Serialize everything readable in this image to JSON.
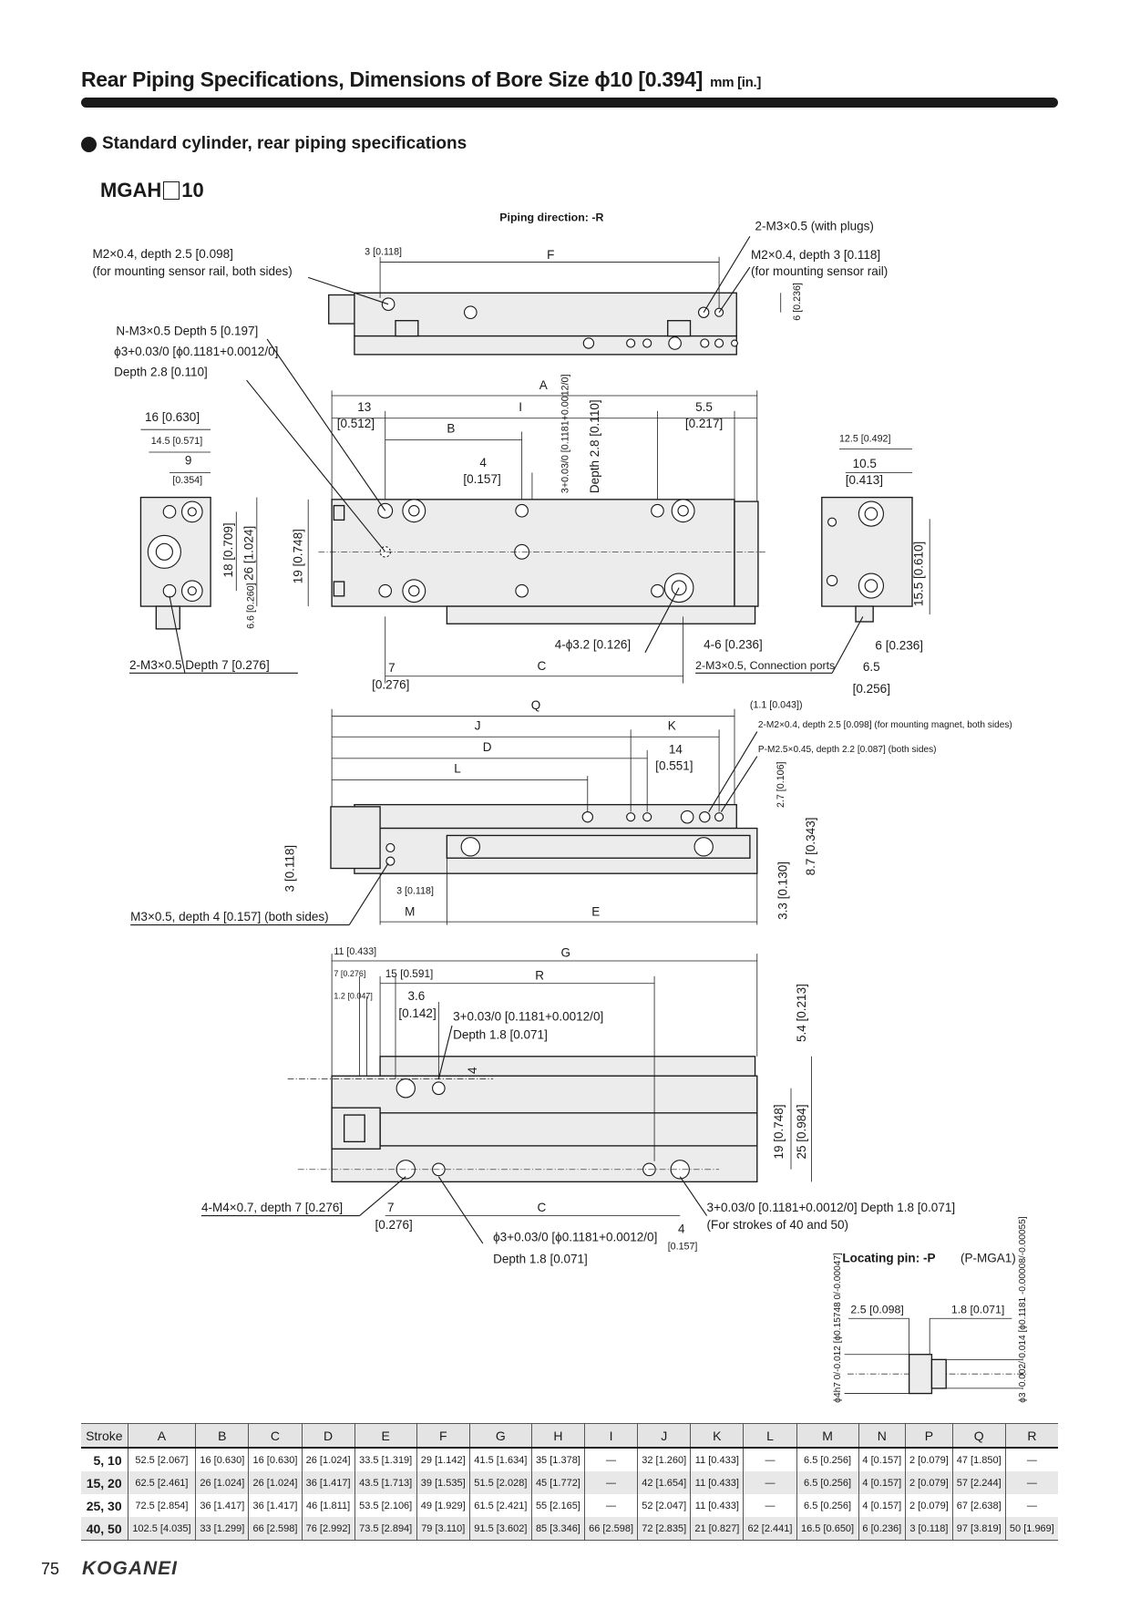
{
  "header": {
    "title": "Rear Piping Specifications, Dimensions of Bore Size ϕ10 [0.394]",
    "unit": "mm [in.]"
  },
  "section": {
    "heading": "Standard cylinder, rear piping specifications",
    "model_prefix": "MGAH",
    "model_suffix": "10"
  },
  "view1": {
    "piping": "Piping direction: -R",
    "plugs": "2-M3×0.5 (with plugs)",
    "m2_left_1": "M2×0.4, depth 2.5 [0.098]",
    "m2_left_2": "(for mounting sensor rail, both sides)",
    "d3": "3 [0.118]",
    "F": "F",
    "m2_right_1": "M2×0.4, depth 3 [0.118]",
    "m2_right_2": "(for mounting sensor rail)",
    "d6": "6 [0.236]"
  },
  "view2": {
    "n_m3": "N-M3×0.5 Depth 5 [0.197]",
    "phi3": "ϕ3+0.03/0 [ϕ0.1181+0.0012/0]",
    "depth28": "Depth 2.8 [0.110]",
    "A": "A",
    "d13": "13",
    "d13in": "[0.512]",
    "I": "I",
    "d55": "5.5",
    "d55in": "[0.217]",
    "B": "B",
    "d4": "4",
    "d4in": "[0.157]",
    "v3": "3+0.03/0 [0.1181+0.0012/0]",
    "vdepth": "Depth 2.8 [0.110]",
    "d16": "16 [0.630]",
    "d145": "14.5 [0.571]",
    "d9": "9",
    "d9in": "[0.354]",
    "d18": "18 [0.709]",
    "d26": "26 [1.024]",
    "d19": "19 [0.748]",
    "d66": "6.6 [0.260]",
    "d125": "12.5 [0.492]",
    "d105": "10.5",
    "d105in": "[0.413]",
    "d155": "15.5 [0.610]",
    "d6": "6 [0.236]",
    "d65": "6.5",
    "d65in": "[0.256]",
    "phi32": "4-ϕ3.2 [0.126]",
    "d46": "4-6 [0.236]",
    "m3depth7": "2-M3×0.5 Depth 7 [0.276]",
    "C": "C",
    "ports": "2-M3×0.5, Connection ports",
    "d7": "7",
    "d7in": "[0.276]"
  },
  "view3": {
    "Q": "Q",
    "d11": "(1.1 [0.043])",
    "J": "J",
    "K": "K",
    "m2mag": "2-M2×0.4, depth 2.5 [0.098] (for mounting magnet, both sides)",
    "D": "D",
    "d14": "14",
    "d14in": "[0.551]",
    "pm25": "P-M2.5×0.45, depth 2.2 [0.087] (both sides)",
    "L": "L",
    "d27": "2.7 [0.106]",
    "d3v": "3 [0.118]",
    "d87": "8.7 [0.343]",
    "d3": "3 [0.118]",
    "d33": "3.3 [0.130]",
    "M": "M",
    "E": "E",
    "m3depth4": "M3×0.5, depth 4 [0.157] (both sides)"
  },
  "view4": {
    "d11": "11 [0.433]",
    "G": "G",
    "d7": "7 [0.276]",
    "d15": "15 [0.591]",
    "R": "R",
    "d12": "1.2 [0.047]",
    "d36": "3.6",
    "d36in": "[0.142]",
    "pin3": "3+0.03/0 [0.1181+0.0012/0]",
    "depth18": "Depth 1.8 [0.071]",
    "d54": "5.4 [0.213]",
    "d4v": "4",
    "d19": "19 [0.748]",
    "d25": "25 [0.984]",
    "m4": "4-M4×0.7, depth 7 [0.276]",
    "d7b": "7",
    "d7bin": "[0.276]",
    "C": "C",
    "pin3b": "3+0.03/0 [0.1181+0.0012/0] Depth 1.8 [0.071]",
    "strokes": "(For strokes of 40 and 50)",
    "phi3": "ϕ3+0.03/0 [ϕ0.1181+0.0012/0]",
    "depth18b": "Depth 1.8 [0.071]",
    "d4": "4",
    "d4in": "[0.157]"
  },
  "pin": {
    "title": "Locating pin: -P",
    "code": "(P-MGA1)",
    "d25": "2.5 [0.098]",
    "d18": "1.8 [0.071]",
    "phi4": "ϕ4h7 0/-0.012 [ϕ0.15748 0/-0.00047]",
    "phi3": "ϕ3 -0.002/-0.014 [ϕ0.1181 -0.00008/-0.00055]"
  },
  "table": {
    "headers": [
      "Stroke",
      "A",
      "B",
      "C",
      "D",
      "E",
      "F",
      "G",
      "H",
      "I",
      "J",
      "K",
      "L",
      "M",
      "N",
      "P",
      "Q",
      "R"
    ],
    "rows": [
      [
        "5, 10",
        "52.5 [2.067]",
        "16 [0.630]",
        "16 [0.630]",
        "26 [1.024]",
        "33.5 [1.319]",
        "29 [1.142]",
        "41.5 [1.634]",
        "35 [1.378]",
        "—",
        "32 [1.260]",
        "11 [0.433]",
        "—",
        "6.5 [0.256]",
        "4 [0.157]",
        "2 [0.079]",
        "47 [1.850]",
        "—"
      ],
      [
        "15, 20",
        "62.5 [2.461]",
        "26 [1.024]",
        "26 [1.024]",
        "36 [1.417]",
        "43.5 [1.713]",
        "39 [1.535]",
        "51.5 [2.028]",
        "45 [1.772]",
        "—",
        "42 [1.654]",
        "11 [0.433]",
        "—",
        "6.5 [0.256]",
        "4 [0.157]",
        "2 [0.079]",
        "57 [2.244]",
        "—"
      ],
      [
        "25, 30",
        "72.5 [2.854]",
        "36 [1.417]",
        "36 [1.417]",
        "46 [1.811]",
        "53.5 [2.106]",
        "49 [1.929]",
        "61.5 [2.421]",
        "55 [2.165]",
        "—",
        "52 [2.047]",
        "11 [0.433]",
        "—",
        "6.5 [0.256]",
        "4 [0.157]",
        "2 [0.079]",
        "67 [2.638]",
        "—"
      ],
      [
        "40, 50",
        "102.5 [4.035]",
        "33 [1.299]",
        "66 [2.598]",
        "76 [2.992]",
        "73.5 [2.894]",
        "79 [3.110]",
        "91.5 [3.602]",
        "85 [3.346]",
        "66 [2.598]",
        "72 [2.835]",
        "21 [0.827]",
        "62 [2.441]",
        "16.5 [0.650]",
        "6 [0.236]",
        "3 [0.118]",
        "97 [3.819]",
        "50 [1.969]"
      ]
    ]
  },
  "footer": {
    "page": "75",
    "brand": "KOGANEI"
  }
}
